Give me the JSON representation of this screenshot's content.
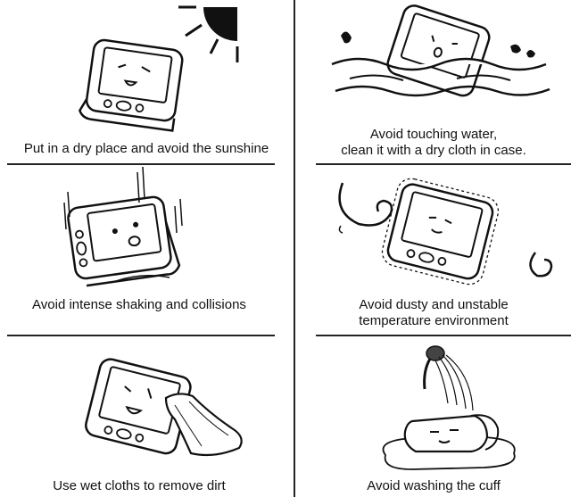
{
  "panels": [
    {
      "id": "sun",
      "caption_lines": [
        "Put in a dry place and avoid the sunshine"
      ]
    },
    {
      "id": "water",
      "caption_lines": [
        "Avoid touching water,",
        "clean it with a dry cloth in case."
      ]
    },
    {
      "id": "shake",
      "caption_lines": [
        "Avoid intense shaking and collisions"
      ]
    },
    {
      "id": "dust",
      "caption_lines": [
        "Avoid dusty and unstable",
        "temperature environment"
      ]
    },
    {
      "id": "wipe",
      "caption_lines": [
        "Use wet cloths to remove dirt"
      ]
    },
    {
      "id": "cuff",
      "caption_lines": [
        "Avoid washing the cuff"
      ]
    }
  ],
  "colors": {
    "ink": "#111111",
    "shade": "#444444",
    "line": "#222222"
  }
}
